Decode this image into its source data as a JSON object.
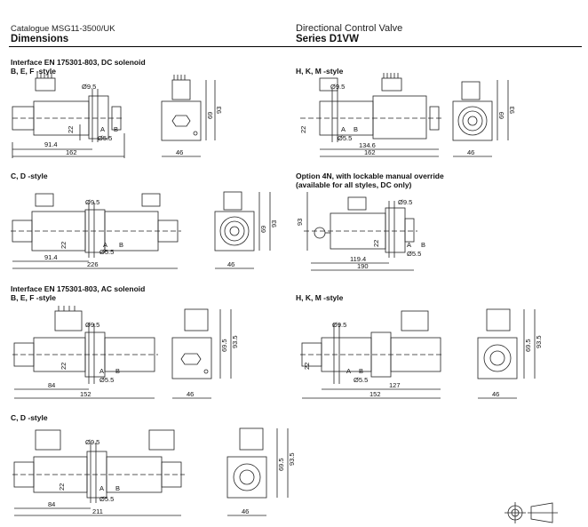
{
  "header": {
    "catalogue": "Catalogue MSG11-3500/UK",
    "section": "Dimensions",
    "product": "Directional Control Valve",
    "series": "Series D1VW"
  },
  "sections": {
    "dc_interface": "Interface EN 175301-803, DC solenoid",
    "dc_bef": "B, E, F -style",
    "dc_hkm": "H, K, M -style",
    "dc_cd": "C, D -style",
    "option_4n_line1": "Option 4N, with lockable manual override",
    "option_4n_line2": "(available for all styles, DC only)",
    "ac_interface": "Interface EN 175301-803, AC solenoid",
    "ac_bef": "B, E, F -style",
    "ac_hkm": "H, K, M -style",
    "ac_cd": "C, D -style"
  },
  "labels": {
    "d95": "Ø9.5",
    "d55": "Ø5.5",
    "a": "A",
    "b": "B",
    "v22": "22",
    "v69": "69",
    "v93": "93",
    "v695": "69.5",
    "v935": "93.5",
    "v46": "46",
    "v914": "91.4",
    "v162": "162",
    "v1346": "134.6",
    "v226": "226",
    "v1194": "119.4",
    "v190": "190",
    "v84": "84",
    "v152": "152",
    "v127": "127",
    "v211": "211"
  }
}
